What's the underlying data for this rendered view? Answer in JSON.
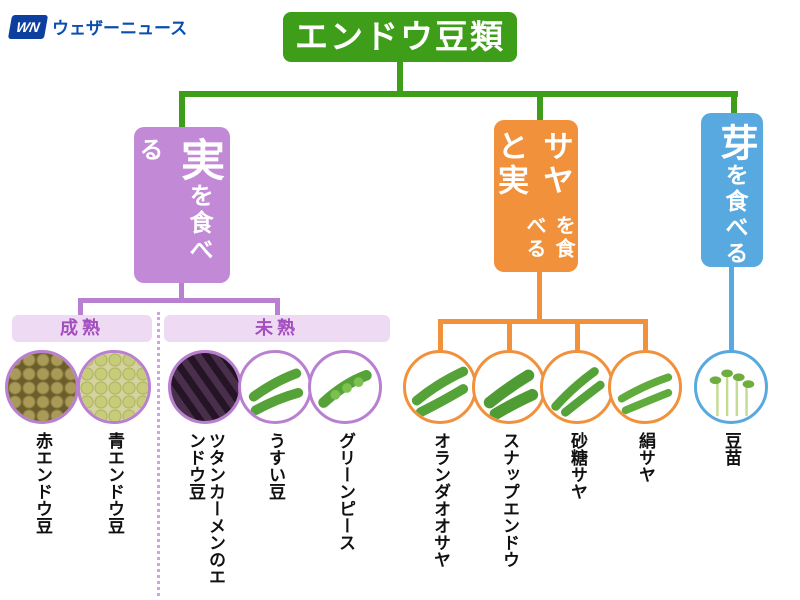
{
  "logo": {
    "badge": "WN",
    "text": "ウェザーニュース"
  },
  "title": "エンドウ豆類",
  "branches": {
    "fruit": {
      "big": "実",
      "small": "を食べる"
    },
    "pod": {
      "big": "サヤと実",
      "small": "を食べる"
    },
    "sprout": {
      "big": "芽",
      "small": "を食べる"
    }
  },
  "groups": {
    "mature": "成熟",
    "immature": "未熟"
  },
  "items": [
    {
      "label": "赤エンドウ豆",
      "image": "dried-red-peas-photo"
    },
    {
      "label": "青エンドウ豆",
      "image": "dried-green-peas-photo"
    },
    {
      "label": "ツタンカーメンのエンドウ豆",
      "image": "purple-pods-photo"
    },
    {
      "label": "うすい豆",
      "image": "green-pods-photo"
    },
    {
      "label": "グリーンピース",
      "image": "green-pods-photo"
    },
    {
      "label": "オランダオオサヤ",
      "image": "green-pods-photo"
    },
    {
      "label": "スナップエンドウ",
      "image": "green-pods-photo"
    },
    {
      "label": "砂糖サヤ",
      "image": "green-pods-photo"
    },
    {
      "label": "絹サヤ",
      "image": "green-pods-photo"
    },
    {
      "label": "豆苗",
      "image": "pea-sprouts-photo"
    }
  ],
  "colors": {
    "brand_green": "#3f9e19",
    "purple": "#c289d6",
    "purple_light": "#eedaf2",
    "orange": "#f1913c",
    "blue": "#57a9df",
    "logo_blue": "#0b4fae"
  }
}
